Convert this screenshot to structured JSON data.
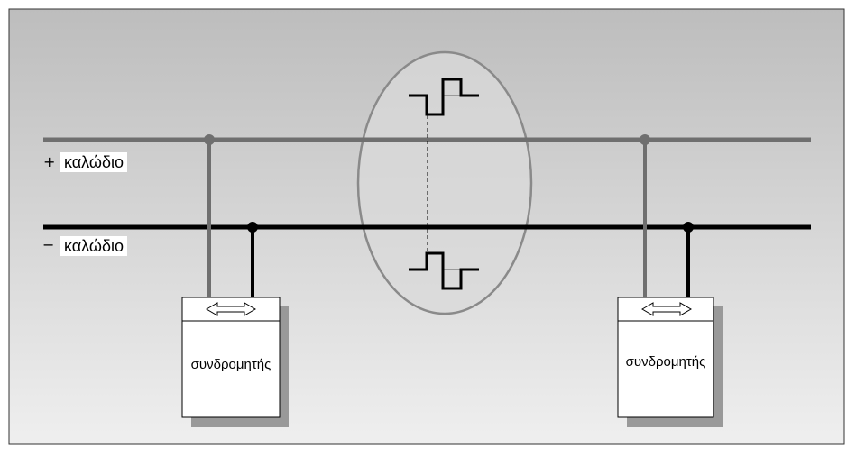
{
  "bus": {
    "plus_sign": "+",
    "minus_sign": "−",
    "plus_wire_label": "καλώδιο",
    "minus_wire_label": "καλώδιο"
  },
  "devices": [
    {
      "label": "συνδρομητής",
      "icon": "bidirectional-arrow-icon"
    },
    {
      "label": "συνδρομητής",
      "icon": "bidirectional-arrow-icon"
    }
  ],
  "colors": {
    "plus_wire": "#6f6f6f",
    "minus_wire": "#000000",
    "ellipse_fill": "#d9d9d9",
    "ellipse_stroke": "#8a8a8a",
    "background_top": "#bdbdbd",
    "background_bottom": "#efefef"
  }
}
